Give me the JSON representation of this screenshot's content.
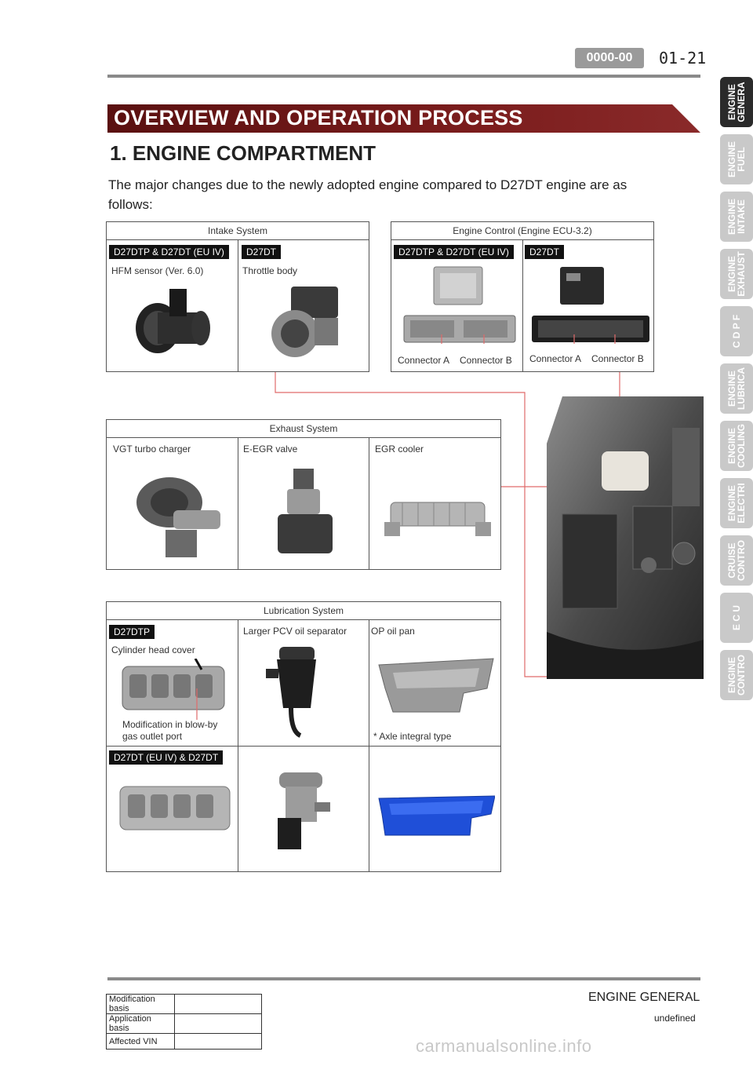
{
  "header": {
    "code": "0000-00",
    "page": "01-21"
  },
  "banner_title": "OVERVIEW AND OPERATION PROCESS",
  "section_title": "1. ENGINE COMPARTMENT",
  "intro_text": "The major changes due to the newly adopted engine compared to D27DT engine are as follows:",
  "intake": {
    "title": "Intake System",
    "tag_left": "D27DTP & D27DT (EU IV)",
    "tag_right": "D27DT",
    "label_left": "HFM sensor (Ver. 6.0)",
    "label_right": "Throttle body"
  },
  "ecu": {
    "title": "Engine Control (Engine ECU-3.2)",
    "tag_left": "D27DTP & D27DT (EU IV)",
    "tag_right": "D27DT",
    "conn_a_left": "Connector A",
    "conn_b_left": "Connector B",
    "conn_a_right": "Connector A",
    "conn_b_right": "Connector B"
  },
  "exhaust": {
    "title": "Exhaust System",
    "col1": "VGT turbo charger",
    "col2": "E-EGR valve",
    "col3": "EGR cooler"
  },
  "lubrication": {
    "title": "Lubrication System",
    "tag_top": "D27DTP",
    "label_head_cover": "Cylinder head cover",
    "label_pcv": "Larger PCV oil separator",
    "label_oil_pan": "OP oil pan",
    "note_blowby": "Modification in blow-by gas outlet port",
    "note_axle": "* Axle integral type",
    "tag_bottom": "D27DT (EU IV) & D27DT"
  },
  "side_tabs": [
    {
      "label": "ENGINE\nGENERA",
      "active": true
    },
    {
      "label": "ENGINE\nFUEL",
      "active": false
    },
    {
      "label": "ENGINE\nINTAKE",
      "active": false
    },
    {
      "label": "ENGINE\nEXHAUST",
      "active": false
    },
    {
      "label": "C D P F",
      "active": false
    },
    {
      "label": "ENGINE\nLUBRICA",
      "active": false
    },
    {
      "label": "ENGINE\nCOOLING",
      "active": false
    },
    {
      "label": "ENGINE\nELECTRI",
      "active": false
    },
    {
      "label": "CRUISE\nCONTRO",
      "active": false
    },
    {
      "label": "E C U",
      "active": false
    },
    {
      "label": "ENGINE\nCONTRO",
      "active": false
    }
  ],
  "footer": {
    "title": "ENGINE GENERAL",
    "subtitle": "undefined",
    "rows": [
      {
        "key": "Modification basis",
        "value": ""
      },
      {
        "key": "Application basis",
        "value": ""
      },
      {
        "key": "Affected VIN",
        "value": ""
      }
    ]
  },
  "watermark": "carmanualsonline.info",
  "colors": {
    "banner_red": "#6e1717",
    "pointer_line": "#e06a6a",
    "tab_gray": "#c9c9c9",
    "tab_active": "#2a2a2a"
  }
}
